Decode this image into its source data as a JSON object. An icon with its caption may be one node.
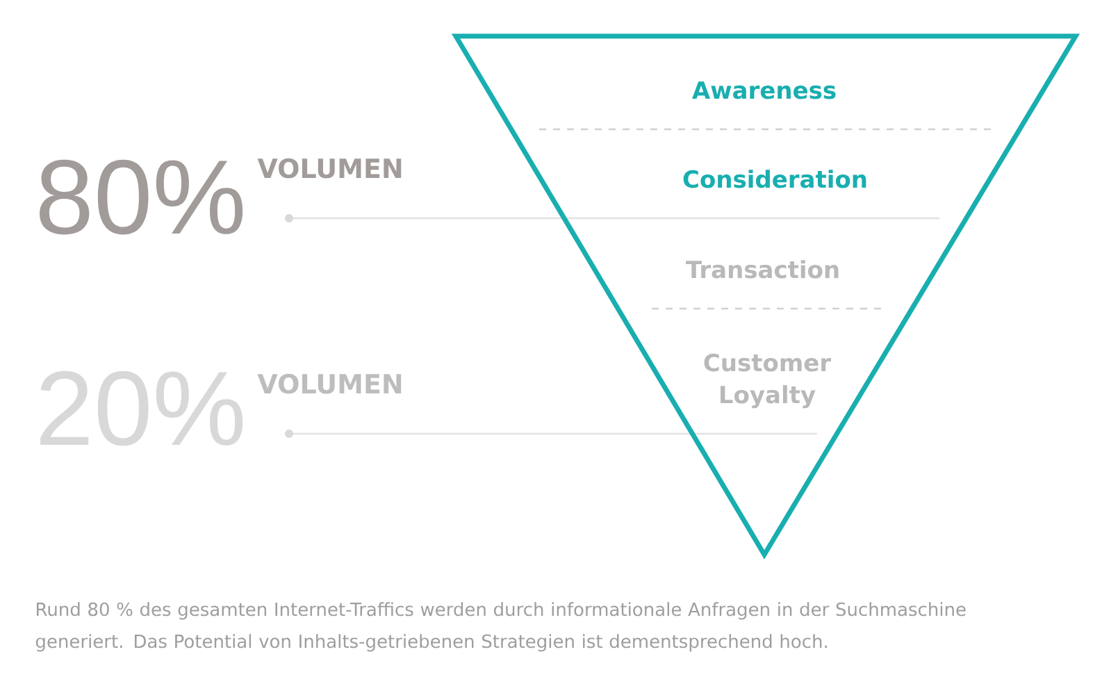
{
  "diagram": {
    "caption": "Rund 80 % des gesamten Internet-Traffics werden durch informationale Anfragen in der Suchmaschine generiert. Das Potential von Inhalts-getriebenen Strategien ist dementsprechend hoch.",
    "nodes": [
      {
        "text": [
          "Awareness",
          "Consideration",
          "Transaction",
          "Customer Loyalty"
        ]
      }
    ],
    "labels": [
      "80%",
      "VOLUMEN",
      "20%",
      "VOLUMEN"
    ]
  }
}
